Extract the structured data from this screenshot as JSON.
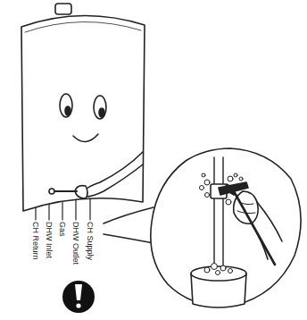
{
  "diagram": {
    "labels": [
      "CH Return",
      "DHW Inlet",
      "Gas",
      "DHW Outlet",
      "CH Supply"
    ]
  }
}
